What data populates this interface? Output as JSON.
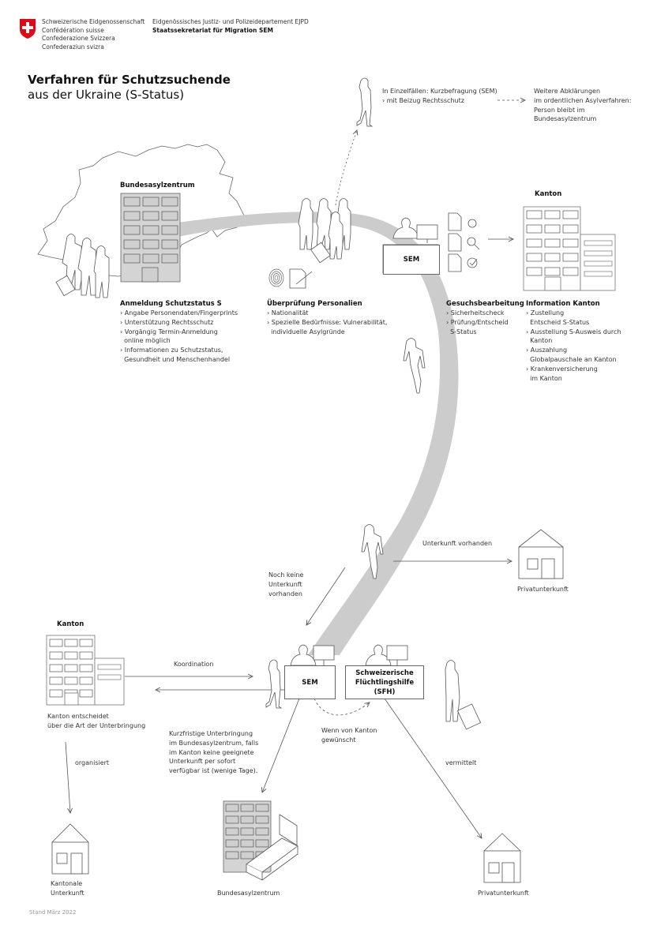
{
  "header": {
    "confederation_lines": [
      "Schweizerische Eidgenossenschaft",
      "Confédération suisse",
      "Confederazione Svizzera",
      "Confederaziun svizra"
    ],
    "department": "Eidgenössisches Justiz- und Polizeidepartement EJPD",
    "office": "Staatssekretariat für Migration SEM",
    "logo_icon": "swiss-coat-of-arms-icon",
    "logo_color": "#e30613"
  },
  "title": {
    "line1": "Verfahren für Schutzsuchende",
    "line2": "aus der Ukraine (S-Status)"
  },
  "colors": {
    "path": "#cccccc",
    "building_fill": "#d4d4d4",
    "stroke": "#555555"
  },
  "top_note": {
    "line1": "In Einzelfällen: Kurzbefragung (SEM)",
    "line2": "› mit Beizug Rechtsschutz",
    "further": [
      "Weitere Abklärungen",
      "im ordentlichen Asylverfahren:",
      "Person bleibt im",
      "Bundesasylzentrum"
    ]
  },
  "stage1": {
    "building_label": "Bundesasylzentrum",
    "heading": "Anmeldung Schutzstatus S",
    "items": [
      "› Angabe Personendaten/Fingerprints",
      "› Unterstützung Rechtsschutz",
      "› Vorgängig Termin-Anmeldung",
      "  online möglich",
      "› Informationen zu Schutzstatus,",
      "  Gesundheit und Menschenhandel"
    ]
  },
  "stage2": {
    "heading": "Überprüfung Personalien",
    "items": [
      "› Nationalität",
      "› Spezielle Bedürfnisse: Vulnerabilität,",
      "  individuelle Asylgründe"
    ],
    "icons": [
      "fingerprint-icon",
      "document-edit-icon"
    ]
  },
  "stage3": {
    "desk_label": "SEM",
    "heading": "Gesuchsbearbeitung",
    "items": [
      "› Sicherheitscheck",
      "› Prüfung/Entscheid",
      "  S-Status"
    ],
    "icons": [
      "document-refresh-icon",
      "document-search-icon",
      "document-check-icon"
    ]
  },
  "stage4": {
    "building_label": "Kanton",
    "heading": "Information Kanton",
    "items": [
      "› Zustellung",
      "  Entscheid S-Status",
      "› Ausstellung S-Ausweis durch",
      "  Kanton",
      "› Auszahlung",
      "  Globalpauschale an Kanton",
      "› Krankenversicherung",
      "  im Kanton"
    ]
  },
  "branch": {
    "accommodation_available": "Unterkunft vorhanden",
    "private_accommodation": "Privatunterkunft",
    "no_accommodation": [
      "Noch keine",
      "Unterkunft",
      "vorhanden"
    ]
  },
  "bottom": {
    "kanton_label": "Kanton",
    "kanton_caption": [
      "Kanton entscheidet",
      "über die Art der Unterbringung"
    ],
    "coordination": "Koordination",
    "sem_label": "SEM",
    "sfh_label": [
      "Schweizerische",
      "Flüchtlingshilfe (SFH)"
    ],
    "if_requested": [
      "Wenn von Kanton",
      "gewünscht"
    ],
    "short_term": [
      "Kurzfristige Unterbringung",
      "im Bundesasylzentrum, falls",
      "im Kanton keine geeignete",
      "Unterkunft per sofort",
      "verfügbar ist (wenige Tage)."
    ],
    "organised": "organisiert",
    "mediated": "vermittelt",
    "cantonal_accommodation": [
      "Kantonale",
      "Unterkunft"
    ],
    "federal_centre": "Bundesasylzentrum",
    "private_accommodation": "Privatunterkunft"
  },
  "footer": {
    "status": "Stand März 2022"
  }
}
